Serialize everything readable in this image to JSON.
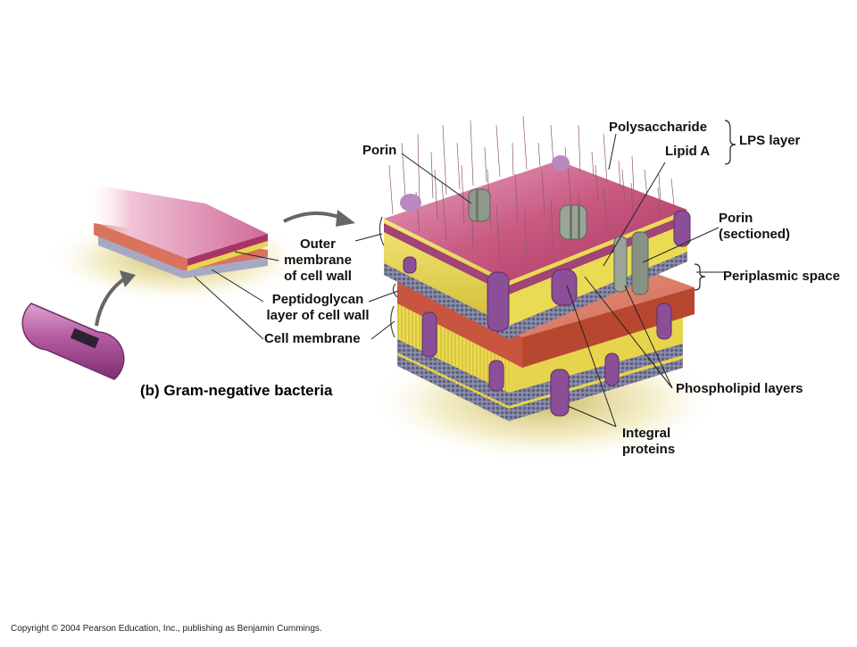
{
  "figure": {
    "caption": "(b) Gram-negative bacteria",
    "copyright": "Copyright © 2004 Pearson Education, Inc., publishing as Benjamin Cummings."
  },
  "labels": {
    "outer_membrane": "Outer\nmembrane\nof cell wall",
    "peptidoglycan": "Peptidoglycan\nlayer of cell wall",
    "cell_membrane": "Cell membrane",
    "porin": "Porin",
    "polysaccharide": "Polysaccharide",
    "lipid_a": "Lipid A",
    "lps_layer": "LPS layer",
    "porin_sectioned": "Porin\n(sectioned)",
    "periplasmic_space": "Periplasmic space",
    "phospholipid_layers": "Phospholipid layers",
    "integral_proteins": "Integral\nproteins"
  },
  "colors": {
    "lps_surface": "#c95a82",
    "phospholipid_yellow": "#e9d94a",
    "peptidoglycan": "#d9735e",
    "inner_membrane_blue": "#8e97b8",
    "protein_purple": "#8a4f96",
    "porin_gray": "#8f9a8d",
    "bacterium": "#b45aa0"
  }
}
